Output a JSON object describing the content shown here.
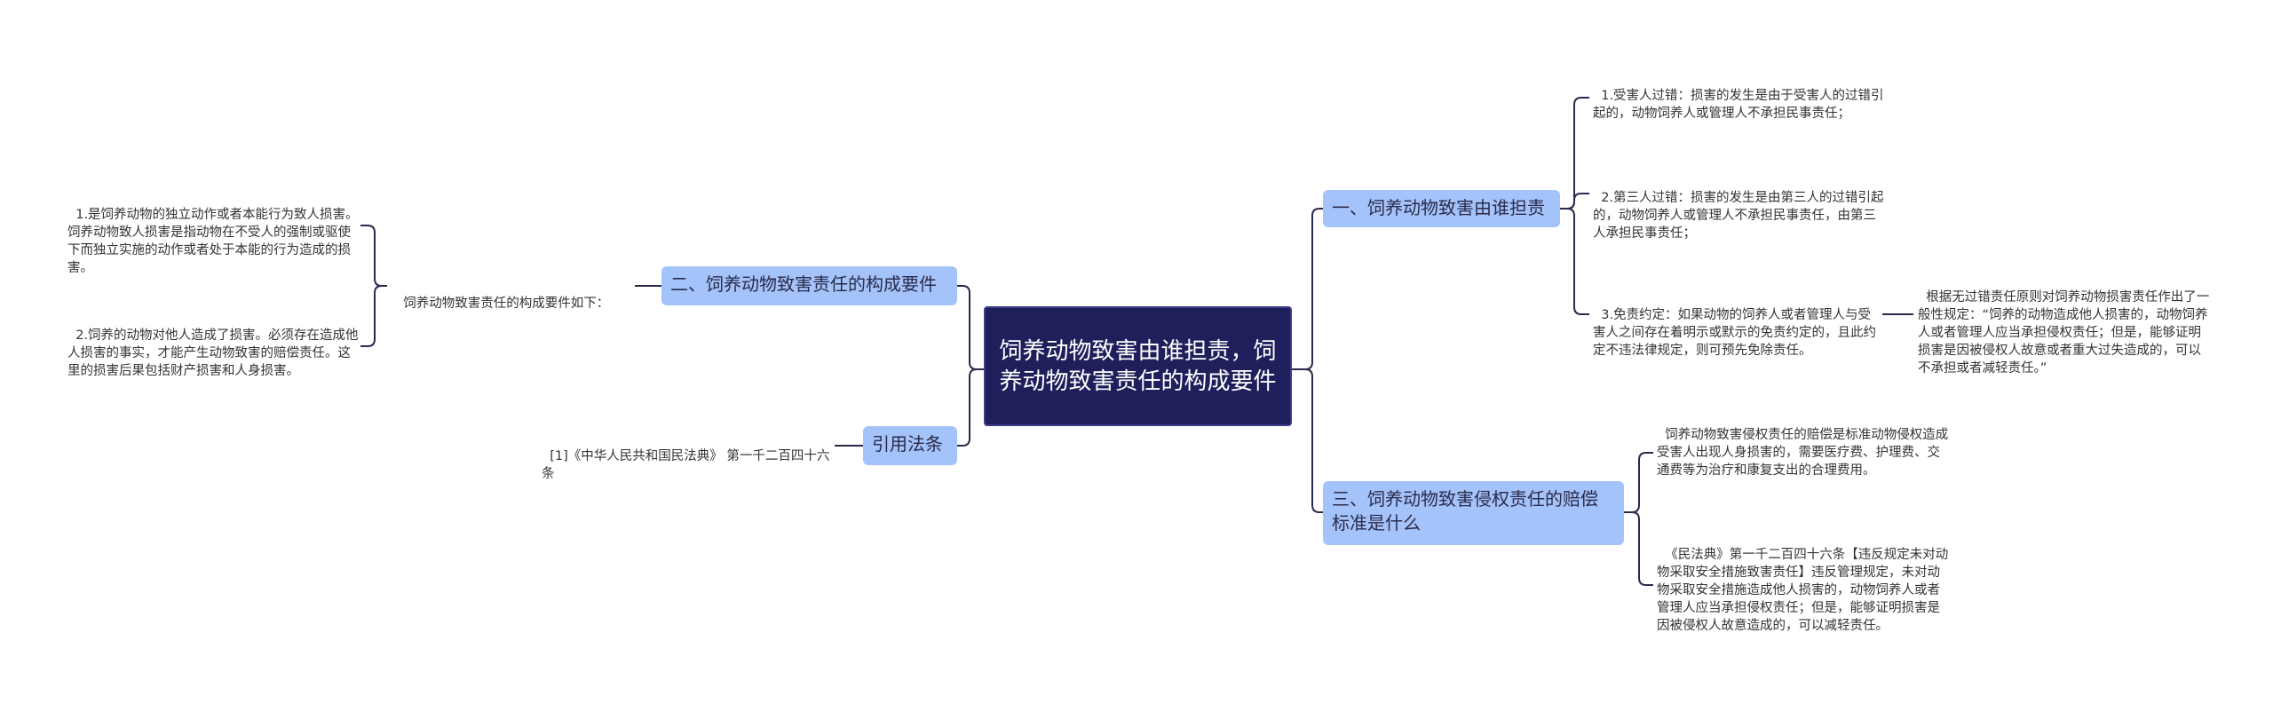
{
  "root": {
    "title": "饲养动物致害由谁担责，饲养动物致害责任的构成要件"
  },
  "right": [
    {
      "label": "一、饲养动物致害由谁担责",
      "children": [
        {
          "text": "1.受害人过错：损害的发生是由于受害人的过错引起的，动物饲养人或管理人不承担民事责任；"
        },
        {
          "text": "2.第三人过错：损害的发生是由第三人的过错引起的，动物饲养人或管理人不承担民事责任，由第三人承担民事责任；"
        },
        {
          "text": "3.免责约定：如果动物的饲养人或者管理人与受害人之间存在着明示或默示的免责约定的，且此约定不违法律规定，则可预先免除责任。",
          "note": "根据无过错责任原则对饲养动物损害责任作出了一般性规定：“饲养的动物造成他人损害的，动物饲养人或者管理人应当承担侵权责任；但是，能够证明损害是因被侵权人故意或者重大过失造成的，可以不承担或者减轻责任。”"
        }
      ]
    },
    {
      "label": "三、饲养动物致害侵权责任的赔偿标准是什么",
      "children": [
        {
          "text": "饲养动物致害侵权责任的赔偿是标准动物侵权造成受害人出现人身损害的，需要医疗费、护理费、交通费等为治疗和康复支出的合理费用。"
        },
        {
          "text": "《民法典》第一千二百四十六条【违反规定未对动物采取安全措施致害责任】违反管理规定，未对动物采取安全措施造成他人损害的，动物饲养人或者管理人应当承担侵权责任；但是，能够证明损害是因被侵权人故意造成的，可以减轻责任。"
        }
      ]
    }
  ],
  "left": [
    {
      "label": "二、饲养动物致害责任的构成要件",
      "mid": "饲养动物致害责任的构成要件如下：",
      "children": [
        {
          "text": "1.是饲养动物的独立动作或者本能行为致人损害。饲养动物致人损害是指动物在不受人的强制或驱使下而独立实施的动作或者处于本能的行为造成的损害。"
        },
        {
          "text": "2.饲养的动物对他人造成了损害。必须存在造成他人损害的事实，才能产生动物致害的赔偿责任。这里的损害后果包括财产损害和人身损害。"
        }
      ]
    },
    {
      "label": "引用法条",
      "children": [
        {
          "text": "[1]《中华人民共和国民法典》 第一千二百四十六条"
        }
      ]
    }
  ],
  "colors": {
    "root_bg": "#1f1f5c",
    "branch_bg": "#a4c3fa",
    "line": "#2a2a4a"
  }
}
